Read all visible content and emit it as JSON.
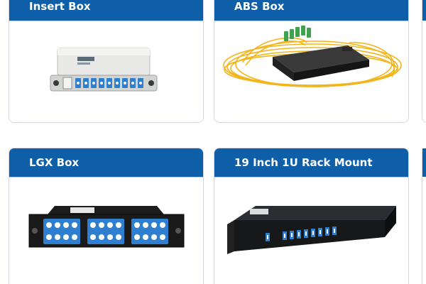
{
  "products": [
    {
      "title": "Insert Box",
      "image": "insert-box-splitter"
    },
    {
      "title": "ABS Box",
      "image": "abs-box-splitter"
    },
    {
      "title": "LGX Box",
      "image": "lgx-box-splitter"
    },
    {
      "title": "19 Inch 1U Rack Mount",
      "image": "rack-mount-splitter"
    }
  ],
  "colors": {
    "header": "#0f5ea8",
    "header_text": "#ffffff",
    "card_border": "#d4d8de",
    "connector_blue": "#2e7fcf",
    "fiber_yellow": "#f2b51c",
    "connector_green": "#3fa34d"
  }
}
